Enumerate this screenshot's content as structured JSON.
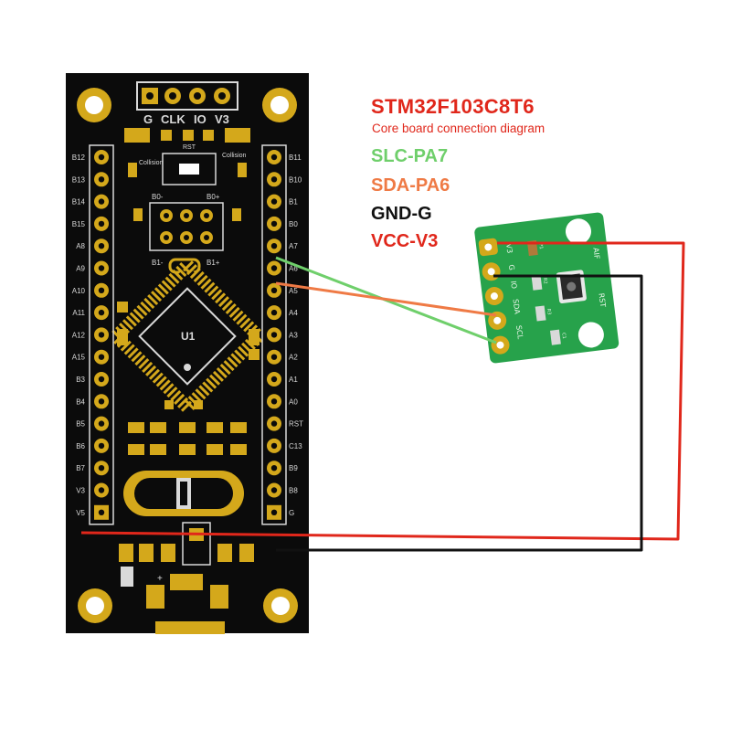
{
  "legend": {
    "chip": "STM32F103C8T6",
    "subtitle": "Core board connection diagram",
    "line1": "SLC-PA7",
    "line2": "SDA-PA6",
    "line3": "GND-G",
    "line4": "VCC-V3"
  },
  "board": {
    "header_labels": [
      "G",
      "CLK",
      "IO",
      "V3"
    ],
    "rst_label": "RST",
    "collision_left": "Collision",
    "collision_right": "Collision",
    "b0_minus": "B0-",
    "b0_plus": "B0+",
    "b1_minus": "B1-",
    "b1_plus": "B1+",
    "chip_label": "U1",
    "usb_plus": "+",
    "left_pins": [
      "B12",
      "B13",
      "B14",
      "B15",
      "A8",
      "A9",
      "A10",
      "A11",
      "A12",
      "A15",
      "B3",
      "B4",
      "B5",
      "B6",
      "B7",
      "V3",
      "V5"
    ],
    "right_pins": [
      "B11",
      "B10",
      "B1",
      "B0",
      "A7",
      "A6",
      "A5",
      "A4",
      "A3",
      "A2",
      "A1",
      "A0",
      "RST",
      "C13",
      "B9",
      "B8",
      "G"
    ]
  },
  "sensor": {
    "silk_left": [
      "V3",
      "G",
      "IO",
      "SDA",
      "SCL"
    ],
    "silk_right": [
      "AIF",
      "RST"
    ],
    "ic_labels": [
      "P1",
      "R2",
      "R3",
      "C1"
    ]
  },
  "colors": {
    "red": "#e0271b",
    "green": "#6fcf6b",
    "orange": "#ef7a45",
    "black": "#111111",
    "board": "#0b0b0b",
    "gold": "#d4a81b",
    "sensor_pcb": "#27a24b"
  }
}
